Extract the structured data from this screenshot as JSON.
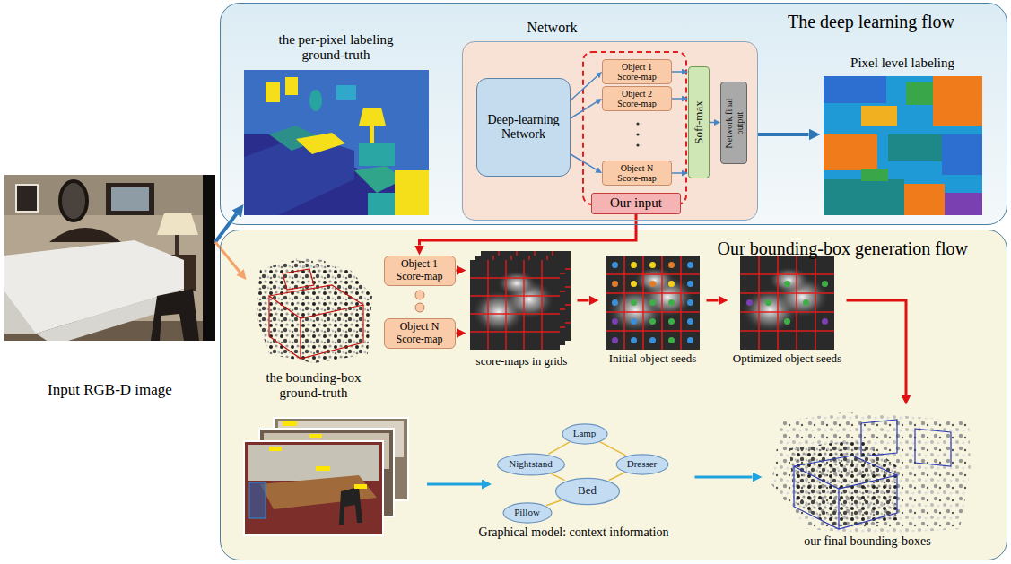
{
  "diagram": {
    "nodes": [
      {
        "text": [
          "Input RGB-D image"
        ]
      },
      {
        "text": [
          "The deep learning flow"
        ]
      },
      {
        "text": [
          "the per-pixel labeling ground-truth"
        ],
        "in": 1
      },
      {
        "text": [
          "Network"
        ],
        "in": 1
      },
      {
        "text": [
          "Deep-learning Network"
        ],
        "in": 3
      },
      {
        "text": [
          "Object 1 Score-map"
        ],
        "in": 3
      },
      {
        "text": [
          "Object 2 Score-map"
        ],
        "in": 3
      },
      {
        "text": [
          "Object N Score-map"
        ],
        "in": 3
      },
      {
        "text": [
          "Soft-max"
        ],
        "in": 3
      },
      {
        "text": [
          "Network final output"
        ],
        "in": 3
      },
      {
        "text": [
          "Our input"
        ],
        "in": 3
      },
      {
        "text": [
          "Pixel level labeling"
        ],
        "in": 1
      },
      {
        "text": [
          "Our bounding-box generation flow"
        ]
      },
      {
        "text": [
          "the bounding-box ground-truth"
        ],
        "in": 12
      },
      {
        "text": [
          "Object 1 Score-map"
        ],
        "in": 12
      },
      {
        "text": [
          "Object N Score-map"
        ],
        "in": 12
      },
      {
        "text": [
          "score-maps in grids"
        ],
        "in": 12
      },
      {
        "text": [
          "Initial object seeds"
        ],
        "in": 12
      },
      {
        "text": [
          "Optimized object seeds"
        ],
        "in": 12
      },
      {
        "text": [
          "our final bounding-boxes"
        ],
        "in": 12
      },
      {
        "text": [
          "Graphical model: context information"
        ],
        "in": 12
      },
      {
        "text": [
          "Lamp"
        ],
        "in": 20
      },
      {
        "text": [
          "Nightstand"
        ],
        "in": 20
      },
      {
        "text": [
          "Dresser"
        ],
        "in": 20
      },
      {
        "text": [
          "Bed"
        ],
        "in": 20
      },
      {
        "text": [
          "Pillow"
        ],
        "in": 20
      }
    ],
    "edges": [
      {
        "from": 0,
        "to": 2,
        "arrow": "to"
      },
      {
        "from": 0,
        "to": 13,
        "arrow": "to"
      },
      {
        "from": 4,
        "to": 5,
        "arrow": "to"
      },
      {
        "from": 4,
        "to": 6,
        "arrow": "to"
      },
      {
        "from": 4,
        "to": 7,
        "arrow": "to"
      },
      {
        "from": 5,
        "to": 8,
        "arrow": "to"
      },
      {
        "from": 6,
        "to": 8,
        "arrow": "to"
      },
      {
        "from": 7,
        "to": 8,
        "arrow": "to"
      },
      {
        "from": 8,
        "to": 9,
        "arrow": "to"
      },
      {
        "from": 3,
        "to": 11,
        "arrow": "to"
      },
      {
        "from": 10,
        "to": 14,
        "arrow": "to"
      },
      {
        "from": 14,
        "to": 16,
        "arrow": "to"
      },
      {
        "from": 15,
        "to": 16,
        "arrow": "to"
      },
      {
        "from": 16,
        "to": 17,
        "arrow": "to"
      },
      {
        "from": 17,
        "to": 18,
        "arrow": "to"
      },
      {
        "from": 18,
        "to": 19,
        "arrow": "to"
      },
      {
        "from": 20,
        "to": 19,
        "arrow": "to"
      },
      {
        "from": 22,
        "to": 21,
        "arrow": "none"
      },
      {
        "from": 21,
        "to": 23,
        "arrow": "none"
      },
      {
        "from": 22,
        "to": 24,
        "arrow": "none"
      },
      {
        "from": 23,
        "to": 24,
        "arrow": "none"
      },
      {
        "from": 25,
        "to": 24,
        "arrow": "none"
      }
    ]
  }
}
